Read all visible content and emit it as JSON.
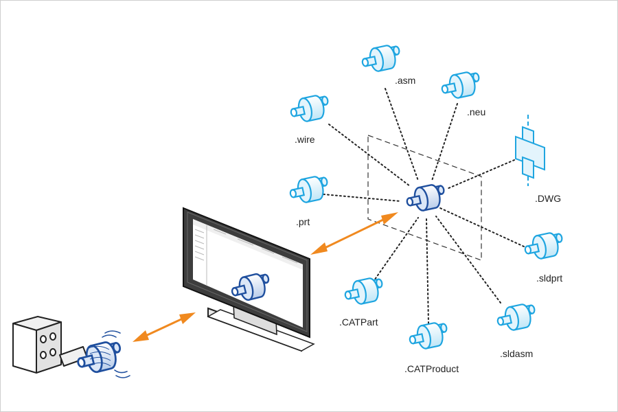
{
  "diagram": {
    "colors": {
      "part_light": "#1ea5e0",
      "part_fill": "#e3f4fc",
      "part_dark": "#1f4f9e",
      "part_dark_fill": "#dbe7f7",
      "arrow": "#f0891f",
      "line": "#222222",
      "background": "#ffffff"
    },
    "formats": [
      {
        "id": "asm",
        "label": ".asm"
      },
      {
        "id": "neu",
        "label": ".neu"
      },
      {
        "id": "wire",
        "label": ".wire"
      },
      {
        "id": "dwg",
        "label": ".DWG"
      },
      {
        "id": "prt",
        "label": ".prt"
      },
      {
        "id": "sldprt",
        "label": ".sldprt"
      },
      {
        "id": "catpart",
        "label": ".CATPart"
      },
      {
        "id": "catproduct",
        "label": ".CATProduct"
      },
      {
        "id": "sldasm",
        "label": ".sldasm"
      }
    ],
    "elements": {
      "hub": "central-cad-model",
      "monitor": "computer-monitor",
      "machine": "cnc-machine",
      "arrows": "bidirectional-orange-arrows"
    }
  }
}
